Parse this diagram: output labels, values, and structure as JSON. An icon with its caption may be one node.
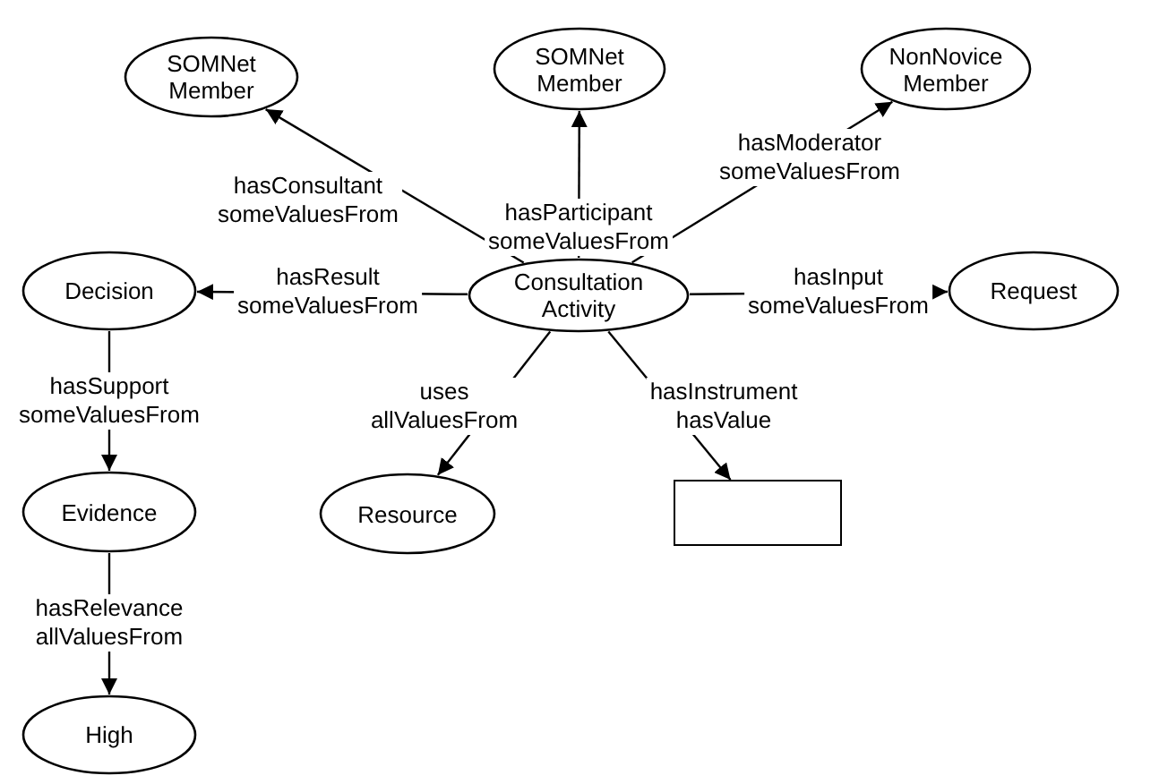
{
  "diagram": {
    "nodes": [
      {
        "text": [
          "SOMNet Member"
        ]
      },
      {
        "text": [
          "SOMNet Member"
        ]
      },
      {
        "text": [
          "NonNovice Member"
        ]
      },
      {
        "text": [
          "Decision"
        ]
      },
      {
        "text": [
          "Consultation Activity"
        ]
      },
      {
        "text": [
          "Request"
        ]
      },
      {
        "text": [
          "Evidence"
        ]
      },
      {
        "text": [
          "Resource"
        ]
      },
      {
        "text": [],
        "shape": "box"
      },
      {
        "text": [
          "High"
        ]
      }
    ],
    "edges": [
      {
        "from": 4,
        "to": 0,
        "arrow": "to",
        "label": "hasConsultant someValuesFrom"
      },
      {
        "from": 4,
        "to": 1,
        "arrow": "to",
        "label": "hasParticipant someValuesFrom"
      },
      {
        "from": 4,
        "to": 2,
        "arrow": "to",
        "label": "hasModerator someValuesFrom"
      },
      {
        "from": 4,
        "to": 3,
        "arrow": "to",
        "label": "hasResult someValuesFrom"
      },
      {
        "from": 4,
        "to": 5,
        "arrow": "to",
        "label": "hasInput someValuesFrom"
      },
      {
        "from": 4,
        "to": 7,
        "arrow": "to",
        "label": "uses allValuesFrom"
      },
      {
        "from": 4,
        "to": 8,
        "arrow": "to",
        "label": "hasInstrument hasValue"
      },
      {
        "from": 3,
        "to": 6,
        "arrow": "to",
        "label": "hasSupport someValuesFrom"
      },
      {
        "from": 6,
        "to": 9,
        "arrow": "to",
        "label": "hasRelevance allValuesFrom"
      }
    ]
  }
}
